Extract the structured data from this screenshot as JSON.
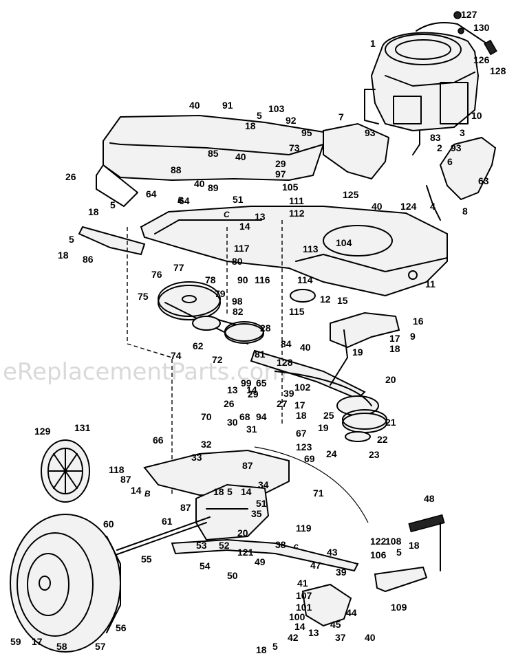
{
  "watermark": "eReplacementParts.com",
  "parts": [
    {
      "id": "engine",
      "label": "1"
    },
    {
      "id": "spacer",
      "label": "2"
    },
    {
      "id": "clip",
      "label": "3"
    },
    {
      "id": "tube",
      "label": "4"
    },
    {
      "id": "screw",
      "label": "5"
    },
    {
      "id": "bracket",
      "label": "6"
    },
    {
      "id": "shield",
      "label": "7"
    },
    {
      "id": "bracket-r",
      "label": "8"
    },
    {
      "id": "bracket-s",
      "label": "9"
    },
    {
      "id": "bracket-t",
      "label": "10"
    },
    {
      "id": "frame",
      "label": "11"
    },
    {
      "id": "nut",
      "label": "12"
    },
    {
      "id": "bolt",
      "label": "13"
    },
    {
      "id": "washer",
      "label": "14"
    },
    {
      "id": "spring",
      "label": "15"
    },
    {
      "id": "plate",
      "label": "16"
    },
    {
      "id": "lockwasher",
      "label": "17"
    },
    {
      "id": "locknut",
      "label": "18"
    },
    {
      "id": "rod",
      "label": "19"
    },
    {
      "id": "pin",
      "label": "20"
    },
    {
      "id": "pulley",
      "label": "21"
    },
    {
      "id": "hub",
      "label": "22"
    },
    {
      "id": "nut-23",
      "label": "23"
    },
    {
      "id": "washer-24",
      "label": "24"
    },
    {
      "id": "belt-guide",
      "label": "25"
    },
    {
      "id": "bolt-26",
      "label": "26"
    },
    {
      "id": "nut-27",
      "label": "27"
    },
    {
      "id": "spacer-28",
      "label": "28"
    },
    {
      "id": "knob",
      "label": "29"
    },
    {
      "id": "arm",
      "label": "30"
    },
    {
      "id": "link",
      "label": "31"
    },
    {
      "id": "spring-32",
      "label": "32"
    },
    {
      "id": "bracket-33",
      "label": "33"
    },
    {
      "id": "lever",
      "label": "34"
    },
    {
      "id": "spring-35",
      "label": "35"
    },
    {
      "id": "bolt-37",
      "label": "37"
    },
    {
      "id": "rod-38",
      "label": "38"
    },
    {
      "id": "arm-39",
      "label": "39"
    },
    {
      "id": "nut-40",
      "label": "40"
    },
    {
      "id": "pin-41",
      "label": "41"
    },
    {
      "id": "washer-42",
      "label": "42"
    },
    {
      "id": "clip-43",
      "label": "43"
    },
    {
      "id": "pedal-arm",
      "label": "44"
    },
    {
      "id": "bushing",
      "label": "45"
    },
    {
      "id": "bolt-47",
      "label": "47"
    },
    {
      "id": "pedal",
      "label": "48"
    },
    {
      "id": "spring-49",
      "label": "49"
    },
    {
      "id": "bracket-50",
      "label": "50"
    },
    {
      "id": "screw-51",
      "label": "51"
    },
    {
      "id": "transaxle",
      "label": "52"
    },
    {
      "id": "axle",
      "label": "53"
    },
    {
      "id": "bar",
      "label": "54"
    },
    {
      "id": "key",
      "label": "55"
    },
    {
      "id": "tire",
      "label": "56"
    },
    {
      "id": "rim",
      "label": "57"
    },
    {
      "id": "valve",
      "label": "58"
    },
    {
      "id": "cap",
      "label": "59"
    },
    {
      "id": "axle-shaft",
      "label": "60"
    },
    {
      "id": "washer-61",
      "label": "61"
    },
    {
      "id": "idler",
      "label": "62"
    },
    {
      "id": "bolt-63",
      "label": "63"
    },
    {
      "id": "spacer-64",
      "label": "64"
    },
    {
      "id": "bolt-65",
      "label": "65"
    },
    {
      "id": "rod-66",
      "label": "66"
    },
    {
      "id": "plate-67",
      "label": "67"
    },
    {
      "id": "screw-68",
      "label": "68"
    },
    {
      "id": "nut-69",
      "label": "69"
    },
    {
      "id": "bushing-70",
      "label": "70"
    },
    {
      "id": "cable",
      "label": "71"
    },
    {
      "id": "bolt-72",
      "label": "72"
    },
    {
      "id": "cover-73",
      "label": "73"
    },
    {
      "id": "pulley-74",
      "label": "74"
    },
    {
      "id": "pulley-75",
      "label": "75"
    },
    {
      "id": "nut-76",
      "label": "76"
    },
    {
      "id": "washer-77",
      "label": "77"
    },
    {
      "id": "key-78",
      "label": "78"
    },
    {
      "id": "belt-79",
      "label": "79"
    },
    {
      "id": "bracket-80",
      "label": "80"
    },
    {
      "id": "nut-81",
      "label": "81"
    },
    {
      "id": "pulley-82",
      "label": "82"
    },
    {
      "id": "washer-83",
      "label": "83"
    },
    {
      "id": "bolt-84",
      "label": "84"
    },
    {
      "id": "panel-85",
      "label": "85"
    },
    {
      "id": "bracket-86",
      "label": "86"
    },
    {
      "id": "screw-87",
      "label": "87"
    },
    {
      "id": "screw-88",
      "label": "88"
    },
    {
      "id": "bolt-89",
      "label": "89"
    },
    {
      "id": "washer-90",
      "label": "90"
    },
    {
      "id": "bolt-91",
      "label": "91"
    },
    {
      "id": "nut-92",
      "label": "92"
    },
    {
      "id": "bracket-93",
      "label": "93"
    },
    {
      "id": "screw-94",
      "label": "94"
    },
    {
      "id": "shield-95",
      "label": "95"
    },
    {
      "id": "nut-97",
      "label": "97"
    },
    {
      "id": "belt-98",
      "label": "98"
    },
    {
      "id": "clip-99",
      "label": "99"
    },
    {
      "id": "nut-100",
      "label": "100"
    },
    {
      "id": "washer-101",
      "label": "101"
    },
    {
      "id": "rod-102",
      "label": "102"
    },
    {
      "id": "bolt-103",
      "label": "103"
    },
    {
      "id": "cutout-104",
      "label": "104"
    },
    {
      "id": "lever-105",
      "label": "105"
    },
    {
      "id": "pin-106",
      "label": "106"
    },
    {
      "id": "spacer-107",
      "label": "107"
    },
    {
      "id": "nut-108",
      "label": "108"
    },
    {
      "id": "tube-109",
      "label": "109"
    },
    {
      "id": "washer-111",
      "label": "111"
    },
    {
      "id": "spring-112",
      "label": "112"
    },
    {
      "id": "plate-113",
      "label": "113"
    },
    {
      "id": "pulley-114",
      "label": "114"
    },
    {
      "id": "nut-115",
      "label": "115"
    },
    {
      "id": "bolt-116",
      "label": "116"
    },
    {
      "id": "bracket-117",
      "label": "117"
    },
    {
      "id": "screw-118",
      "label": "118"
    },
    {
      "id": "knob-119",
      "label": "119"
    },
    {
      "id": "bushing-121",
      "label": "121"
    },
    {
      "id": "screw-122",
      "label": "122"
    },
    {
      "id": "washer-123",
      "label": "123"
    },
    {
      "id": "bracket-124",
      "label": "124"
    },
    {
      "id": "strap-125",
      "label": "125"
    },
    {
      "id": "throttle-126",
      "label": "126"
    },
    {
      "id": "clamp-127",
      "label": "127"
    },
    {
      "id": "nut-128",
      "label": "128"
    },
    {
      "id": "hubcap",
      "label": "129"
    },
    {
      "id": "nut-130",
      "label": "130"
    },
    {
      "id": "wheel-cover",
      "label": "131"
    }
  ],
  "callouts": [
    {
      "text": "127"
    },
    {
      "text": "130"
    },
    {
      "text": "1"
    },
    {
      "text": "126"
    },
    {
      "text": "128"
    },
    {
      "text": "40"
    },
    {
      "text": "91"
    },
    {
      "text": "5"
    },
    {
      "text": "103"
    },
    {
      "text": "18"
    },
    {
      "text": "92"
    },
    {
      "text": "7"
    },
    {
      "text": "95"
    },
    {
      "text": "93"
    },
    {
      "text": "83"
    },
    {
      "text": "3"
    },
    {
      "text": "10"
    },
    {
      "text": "73"
    },
    {
      "text": "2"
    },
    {
      "text": "93"
    },
    {
      "text": "85"
    },
    {
      "text": "40"
    },
    {
      "text": "29"
    },
    {
      "text": "6"
    },
    {
      "text": "97"
    },
    {
      "text": "26"
    },
    {
      "text": "88"
    },
    {
      "text": "40"
    },
    {
      "text": "105"
    },
    {
      "text": "125"
    },
    {
      "text": "63"
    },
    {
      "text": "89"
    },
    {
      "text": "64"
    },
    {
      "text": "B"
    },
    {
      "text": "51"
    },
    {
      "text": "111"
    },
    {
      "text": "18"
    },
    {
      "text": "64"
    },
    {
      "text": "C"
    },
    {
      "text": "40"
    },
    {
      "text": "124"
    },
    {
      "text": "4"
    },
    {
      "text": "8"
    },
    {
      "text": "5"
    },
    {
      "text": "112"
    },
    {
      "text": "13"
    },
    {
      "text": "14"
    },
    {
      "text": "5"
    },
    {
      "text": "104"
    },
    {
      "text": "18"
    },
    {
      "text": "86"
    },
    {
      "text": "113"
    },
    {
      "text": "117"
    },
    {
      "text": "80"
    },
    {
      "text": "76"
    },
    {
      "text": "77"
    },
    {
      "text": "78"
    },
    {
      "text": "90"
    },
    {
      "text": "116"
    },
    {
      "text": "114"
    },
    {
      "text": "11"
    },
    {
      "text": "75"
    },
    {
      "text": "79"
    },
    {
      "text": "98"
    },
    {
      "text": "12"
    },
    {
      "text": "15"
    },
    {
      "text": "82"
    },
    {
      "text": "115"
    },
    {
      "text": "16"
    },
    {
      "text": "28"
    },
    {
      "text": "9"
    },
    {
      "text": "84"
    },
    {
      "text": "17"
    },
    {
      "text": "62"
    },
    {
      "text": "40"
    },
    {
      "text": "18"
    },
    {
      "text": "74"
    },
    {
      "text": "81"
    },
    {
      "text": "19"
    },
    {
      "text": "72"
    },
    {
      "text": "128"
    },
    {
      "text": "20"
    },
    {
      "text": "99"
    },
    {
      "text": "65"
    },
    {
      "text": "13"
    },
    {
      "text": "14"
    },
    {
      "text": "39"
    },
    {
      "text": "102"
    },
    {
      "text": "29"
    },
    {
      "text": "17"
    },
    {
      "text": "26"
    },
    {
      "text": "27"
    },
    {
      "text": "18"
    },
    {
      "text": "25"
    },
    {
      "text": "21"
    },
    {
      "text": "70"
    },
    {
      "text": "30"
    },
    {
      "text": "68"
    },
    {
      "text": "94"
    },
    {
      "text": "19"
    },
    {
      "text": "31"
    },
    {
      "text": "67"
    },
    {
      "text": "22"
    },
    {
      "text": "129"
    },
    {
      "text": "131"
    },
    {
      "text": "66"
    },
    {
      "text": "32"
    },
    {
      "text": "123"
    },
    {
      "text": "24"
    },
    {
      "text": "23"
    },
    {
      "text": "33"
    },
    {
      "text": "69"
    },
    {
      "text": "118"
    },
    {
      "text": "87"
    },
    {
      "text": "87"
    },
    {
      "text": "71"
    },
    {
      "text": "14"
    },
    {
      "text": "B"
    },
    {
      "text": "34"
    },
    {
      "text": "18"
    },
    {
      "text": "5"
    },
    {
      "text": "14"
    },
    {
      "text": "48"
    },
    {
      "text": "87"
    },
    {
      "text": "51"
    },
    {
      "text": "61"
    },
    {
      "text": "35"
    },
    {
      "text": "60"
    },
    {
      "text": "20"
    },
    {
      "text": "119"
    },
    {
      "text": "122"
    },
    {
      "text": "108"
    },
    {
      "text": "53"
    },
    {
      "text": "52"
    },
    {
      "text": "121"
    },
    {
      "text": "38"
    },
    {
      "text": "c"
    },
    {
      "text": "5"
    },
    {
      "text": "18"
    },
    {
      "text": "43"
    },
    {
      "text": "106"
    },
    {
      "text": "55"
    },
    {
      "text": "54"
    },
    {
      "text": "49"
    },
    {
      "text": "47"
    },
    {
      "text": "39"
    },
    {
      "text": "50"
    },
    {
      "text": "41"
    },
    {
      "text": "107"
    },
    {
      "text": "101"
    },
    {
      "text": "44"
    },
    {
      "text": "109"
    },
    {
      "text": "100"
    },
    {
      "text": "45"
    },
    {
      "text": "14"
    },
    {
      "text": "13"
    },
    {
      "text": "37"
    },
    {
      "text": "40"
    },
    {
      "text": "42"
    },
    {
      "text": "59"
    },
    {
      "text": "17"
    },
    {
      "text": "58"
    },
    {
      "text": "57"
    },
    {
      "text": "56"
    },
    {
      "text": "18"
    },
    {
      "text": "5"
    }
  ]
}
